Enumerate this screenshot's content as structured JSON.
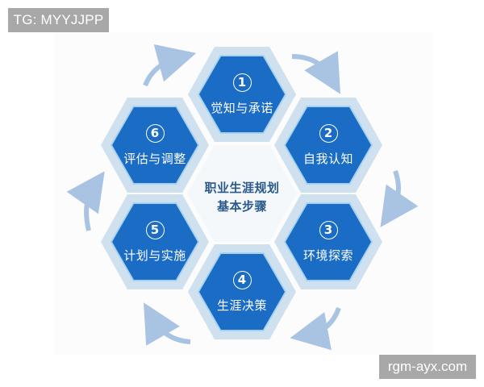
{
  "badges": {
    "top_left": "TG: MYYJJPP",
    "bottom_right": "rgm-ayx.com"
  },
  "diagram": {
    "center_title_line1": "职业生涯规划",
    "center_title_line2": "基本步骤",
    "steps": [
      {
        "number": "1",
        "label": "觉知与承诺"
      },
      {
        "number": "2",
        "label": "自我认知"
      },
      {
        "number": "3",
        "label": "环境探索"
      },
      {
        "number": "4",
        "label": "生涯决策"
      },
      {
        "number": "5",
        "label": "计划与实施"
      },
      {
        "number": "6",
        "label": "评估与调整"
      }
    ],
    "arrow_direction": "clockwise",
    "colors": {
      "hex_fill": "#1a6cc4",
      "hex_border": "#cfe0ee",
      "hex_inner_glow": "#a6d2f2",
      "arrow": "#a9c3e2",
      "center_text": "#2a5a8a"
    }
  }
}
